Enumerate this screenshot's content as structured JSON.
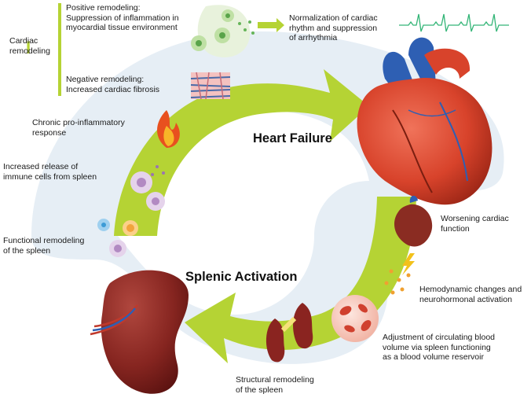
{
  "titles": {
    "heart_failure": "Heart Failure",
    "splenic_activation": "Splenic Activation"
  },
  "labels": {
    "cardiac_remodeling": "Cardiac\nremodeling",
    "positive_remodeling": "Positive remodeling:\nSuppression of inflammation in\nmyocardial tissue environment",
    "negative_remodeling": "Negative remodeling:\nIncreased cardiac fibrosis",
    "normalization": "Normalization of cardiac\nrhythm and suppression\nof arrhythmia",
    "chronic_inflammation": "Chronic pro-inflammatory\nresponse",
    "immune_release": "Increased release of\nimmune cells from spleen",
    "functional_remodeling": "Functional remodeling\nof the spleen",
    "worsening_function": "Worsening cardiac\nfunction",
    "hemodynamic": "Hemodynamic changes and\nneurohormonal activation",
    "blood_volume": "Adjustment of circulating blood\nvolume via spleen functioning\nas a blood volume reservoir",
    "structural_remodeling": "Structural remodeling\nof the spleen",
    "inhibit_symbol": "I"
  },
  "colors": {
    "arrow_green": "#b5d334",
    "swirl_blue": "#e6eef5",
    "heart_red": "#d8432b",
    "aorta_blue": "#2e5fb3",
    "spleen": "#8a2420",
    "ecg": "#33b577"
  }
}
